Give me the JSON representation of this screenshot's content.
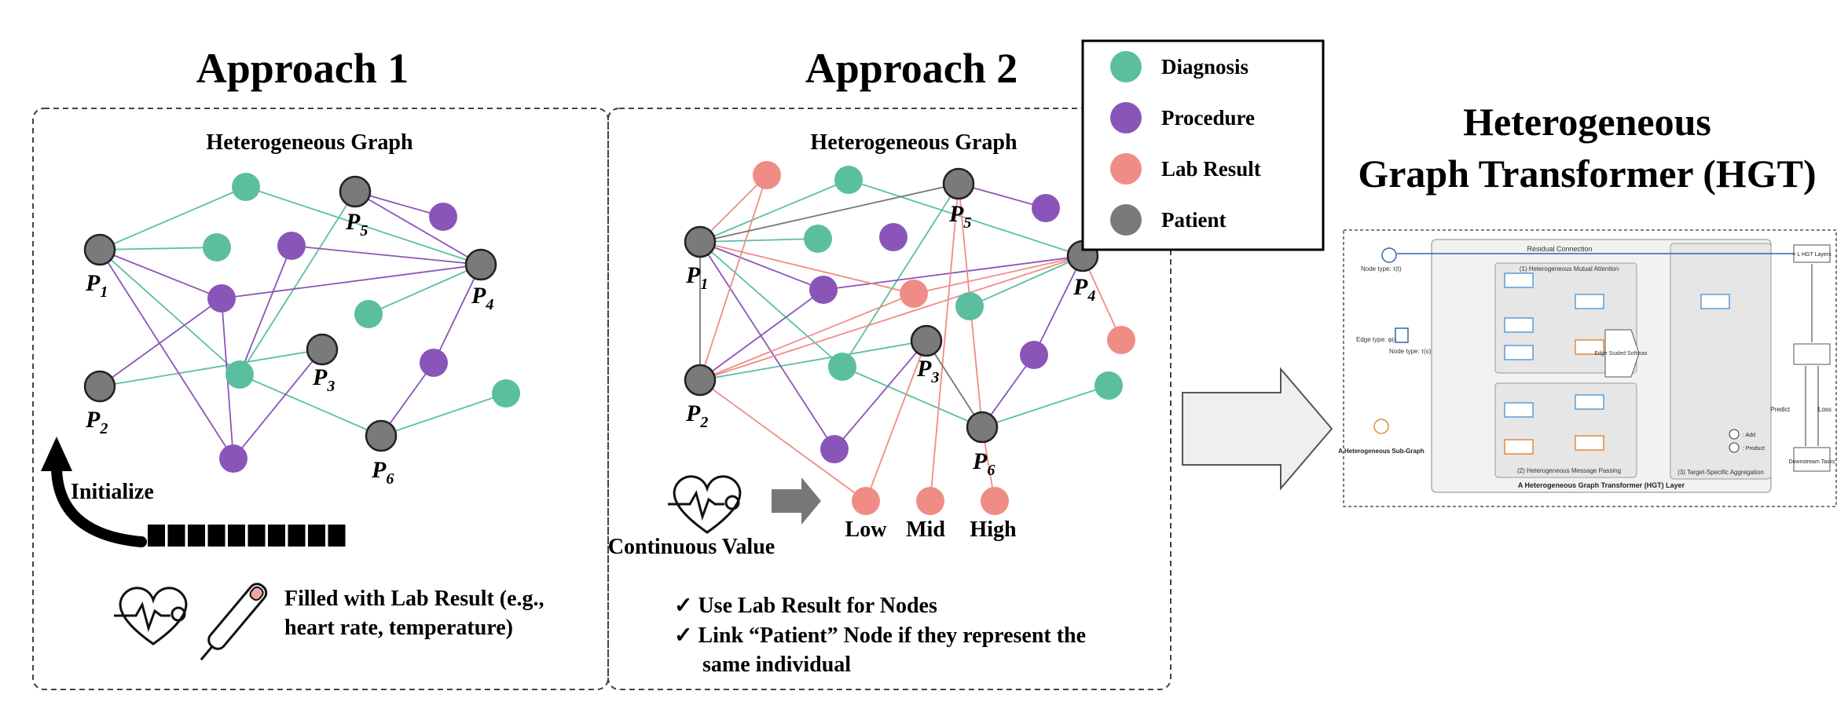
{
  "approach1": {
    "title": "Approach 1",
    "graph_title": "Heterogeneous Graph",
    "labels": {
      "p1": "1",
      "p2": "2",
      "p3": "3",
      "p4": "4",
      "p5": "5",
      "p6": "6"
    },
    "patient_letter": "P",
    "initialize": "Initialize",
    "caption_line1": "Filled with Lab Result (e.g.,",
    "caption_line2": "heart rate, temperature)"
  },
  "approach2": {
    "title": "Approach 2",
    "graph_title": "Heterogeneous Graph",
    "continuous_value": "Continuous Value",
    "bins": {
      "low": "Low",
      "mid": "Mid",
      "high": "High"
    },
    "check1": "✓ Use Lab Result for Nodes",
    "check2_line1": "✓ Link “Patient” Node if they represent the",
    "check2_line2": "same individual"
  },
  "legend": {
    "items": [
      {
        "label": "Diagnosis",
        "color": "#5bbf9f"
      },
      {
        "label": "Procedure",
        "color": "#8a55b8"
      },
      {
        "label": "Lab Result",
        "color": "#f08c86"
      },
      {
        "label": "Patient",
        "color": "#7a7a7a"
      }
    ]
  },
  "hgt": {
    "title_line1": "Heterogeneous",
    "title_line2": "Graph Transformer (HGT)",
    "residual": "Residual Connection",
    "mutual_attention": "(1) Heterogeneous Mutual Attention",
    "message_passing": "(2) Heterogeneous Message Passing",
    "aggregation": "(3) Target-Specific Aggregation",
    "layer_label": "A Heterogeneous Graph Transformer (HGT) Layer",
    "subgraph": "A Heterogeneous Sub-Graph",
    "layers": "× L HGT Layers",
    "downstream": "Downstream Tasks",
    "predict": "Predict",
    "loss": "Loss",
    "add": ": Add",
    "product": ": Product",
    "edge_softmax": "Edge Scaled Softmax",
    "node_type_t": "Node type: τ(t)",
    "edge_type": "Edge type: φ(e)",
    "node_type_s": "Node type: τ(s)"
  },
  "colors": {
    "diagnosis": "#5bbf9f",
    "procedure": "#8a55b8",
    "lab": "#f08c86",
    "patient": "#7a7a7a",
    "edge_teal": "#5bbf9f",
    "edge_purple": "#8a55b8",
    "edge_pink": "#f08c86",
    "edge_gray": "#777777"
  }
}
